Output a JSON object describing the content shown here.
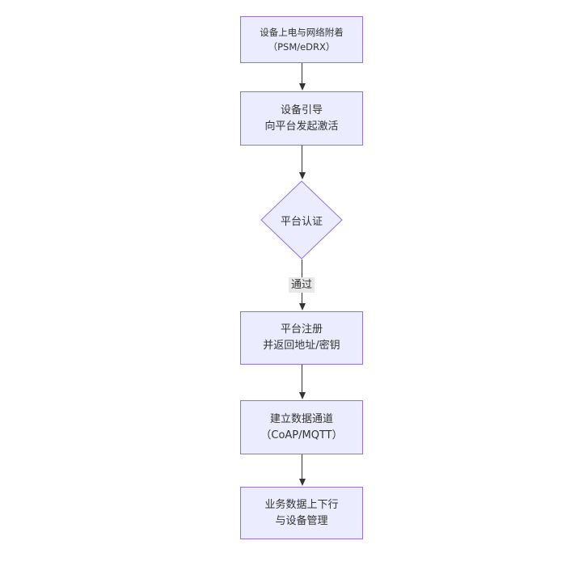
{
  "flowchart": {
    "colors": {
      "node_fill": "#ECECFF",
      "node_border": "#9370DB",
      "text": "#333333",
      "arrow": "#333333",
      "edge_label_bg": "#e8e8e8",
      "background": "#ffffff"
    },
    "nodes": [
      {
        "id": "power-on",
        "shape": "rect",
        "line1": "设备上电与网络附着",
        "line2": "（PSM/eDRX）"
      },
      {
        "id": "bootstrap",
        "shape": "rect",
        "line1": "设备引导",
        "line2": "向平台发起激活"
      },
      {
        "id": "auth",
        "shape": "diamond",
        "line1": "平台认证"
      },
      {
        "id": "register",
        "shape": "rect",
        "line1": "平台注册",
        "line2": "并返回地址/密钥"
      },
      {
        "id": "channel",
        "shape": "rect",
        "line1": "建立数据通道",
        "line2": "（CoAP/MQTT）"
      },
      {
        "id": "business",
        "shape": "rect",
        "line1": "业务数据上下行",
        "line2": "与设备管理"
      }
    ],
    "edges": [
      {
        "from": "power-on",
        "to": "bootstrap",
        "label": ""
      },
      {
        "from": "bootstrap",
        "to": "auth",
        "label": ""
      },
      {
        "from": "auth",
        "to": "register",
        "label": "通过"
      },
      {
        "from": "register",
        "to": "channel",
        "label": ""
      },
      {
        "from": "channel",
        "to": "business",
        "label": ""
      }
    ],
    "edge_labels": [
      {
        "text": "通过"
      }
    ]
  }
}
